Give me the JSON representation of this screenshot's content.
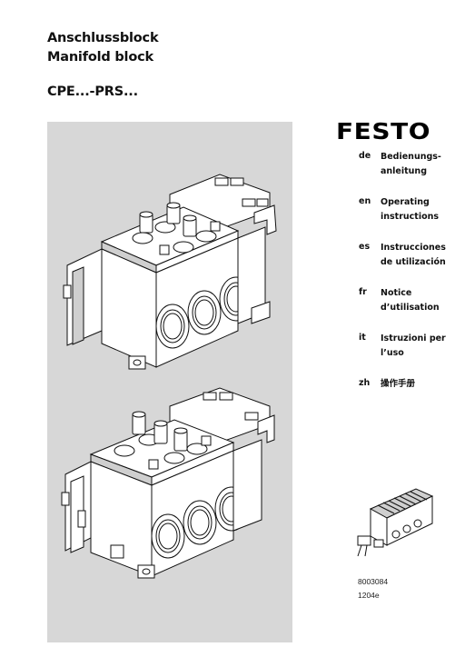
{
  "title": {
    "line1": "Anschlussblock",
    "line2": "Manifold block",
    "line3": "CPE...-PRS..."
  },
  "brand": {
    "logo": "FESTO"
  },
  "languages": [
    {
      "code": "de",
      "text": "Bedienungs-anleitung"
    },
    {
      "code": "en",
      "text": "Operating instructions"
    },
    {
      "code": "es",
      "text": "Instrucciones de utilización"
    },
    {
      "code": "fr",
      "text": "Notice d’utilisation"
    },
    {
      "code": "it",
      "text": "Istruzioni per l’uso"
    },
    {
      "code": "zh",
      "text": "操作手册"
    }
  ],
  "document": {
    "part_number": "8003084",
    "revision": "1204e"
  },
  "colors": {
    "panel": "#d7d7d7",
    "text": "#111111"
  }
}
